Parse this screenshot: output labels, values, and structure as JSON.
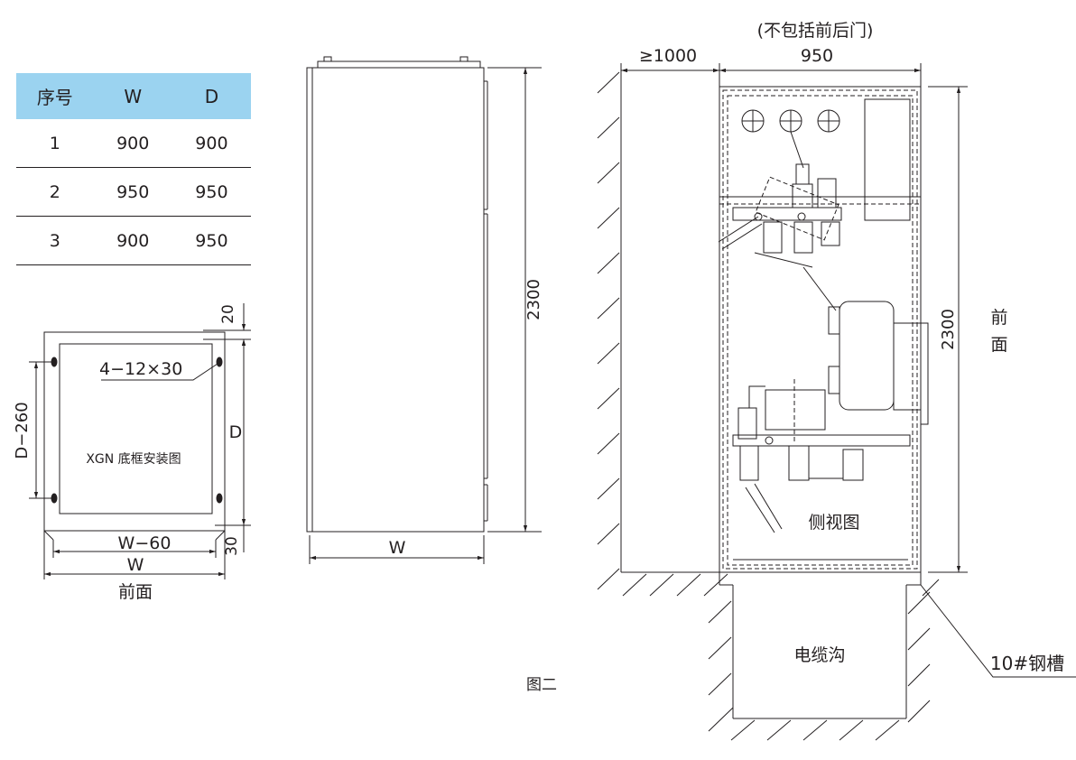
{
  "table": {
    "headers": [
      "序号",
      "W",
      "D"
    ],
    "rows": [
      [
        "1",
        "900",
        "900"
      ],
      [
        "2",
        "950",
        "950"
      ],
      [
        "3",
        "900",
        "950"
      ]
    ],
    "header_bg": "#9bd3f0"
  },
  "base_frame": {
    "dim_top": "20",
    "hole_spec": "4−12×30",
    "dim_left": "D−260",
    "dim_right": "D",
    "center_label": "XGN 底框安装图",
    "dim_bottom_inner": "W−60",
    "dim_bottom_right": "30",
    "dim_bottom": "W",
    "front_label": "前面"
  },
  "front_view": {
    "height_label": "2300",
    "width_label": "W"
  },
  "side_view": {
    "note": "(不包括前后门)",
    "clearance": "≥1000",
    "width": "950",
    "height": "2300",
    "front_label_1": "前",
    "front_label_2": "面",
    "view_label": "侧视图",
    "cable_trench": "电缆沟",
    "channel_steel": "10#钢槽"
  },
  "figure_caption": "图二",
  "colors": {
    "line": "#231f20",
    "table_header": "#9bd3f0",
    "background": "#ffffff"
  }
}
